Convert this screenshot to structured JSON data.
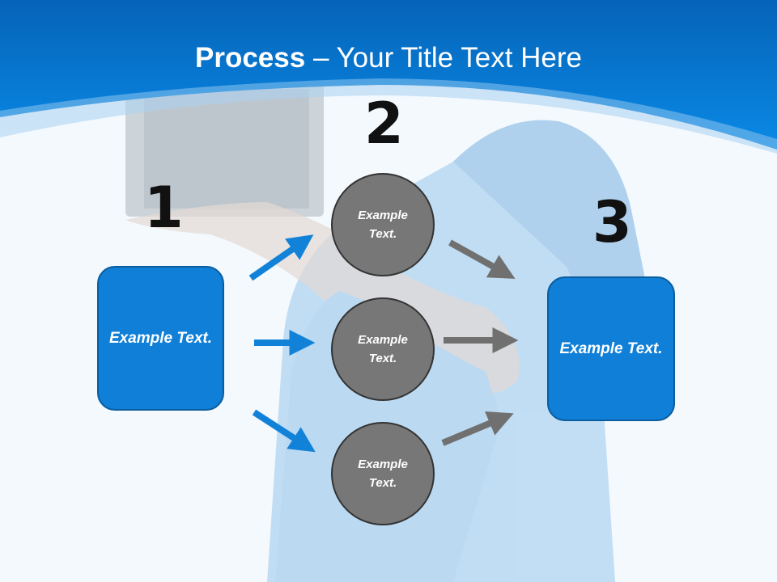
{
  "title": {
    "bold": "Process",
    "rest": " – Your Title Text Here"
  },
  "steps": [
    {
      "number": "1",
      "label": "Example Text."
    },
    {
      "number": "2",
      "label": [
        "Example Text.",
        "Example Text.",
        "Example Text."
      ]
    },
    {
      "number": "3",
      "label": "Example Text."
    }
  ],
  "colors": {
    "header": "#0a7fd6",
    "box": "#0f7fd8",
    "circle": "#777777",
    "blue_arrow": "#1282d8",
    "gray_arrow": "#707070"
  }
}
